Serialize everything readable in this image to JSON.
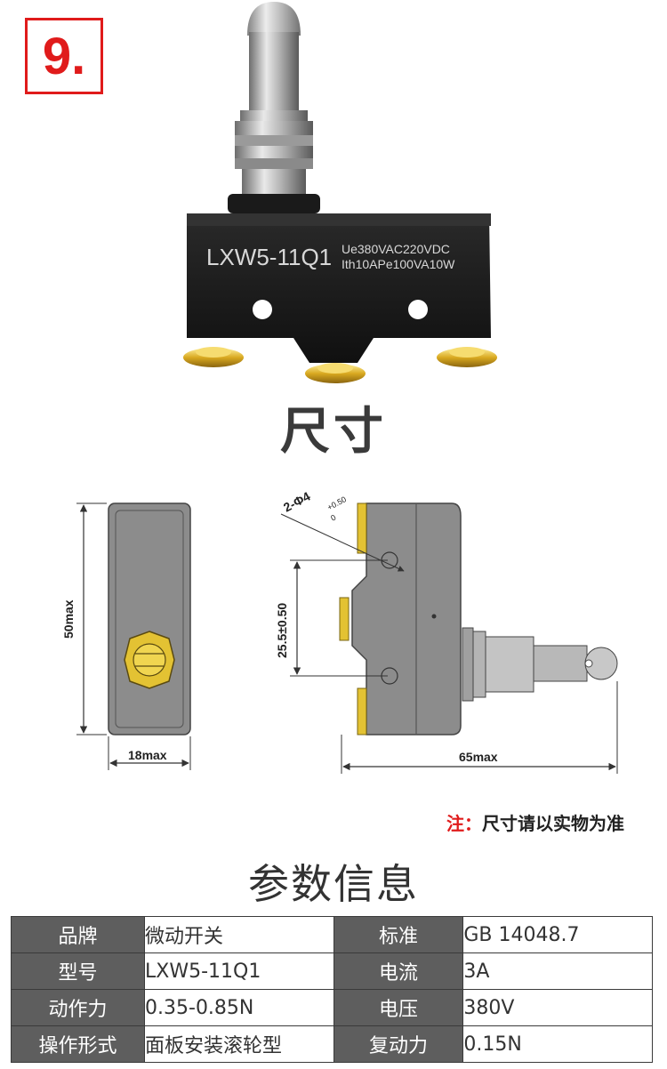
{
  "badge": "9.",
  "product": {
    "model_label": "LXW5-11Q1",
    "rating_line1": "Ue380VAC220VDC",
    "rating_line2": "Ith10APe100VA10W"
  },
  "size_title": "尺寸",
  "drawing": {
    "height_label": "50max",
    "width_label": "18max",
    "length_label": "65max",
    "hole_spacing_label": "25.5±0.50",
    "hole_label": "2-Φ4",
    "hole_tol_upper": "+0.50",
    "hole_tol_lower": "0"
  },
  "note": {
    "label": "注：",
    "text": "尺寸请以实物为准"
  },
  "params_title": "参数信息",
  "params": [
    {
      "k1": "品牌",
      "v1": "微动开关",
      "k2": "标准",
      "v2": "GB 14048.7"
    },
    {
      "k1": "型号",
      "v1": "LXW5-11Q1",
      "k2": "电流",
      "v2": "3A"
    },
    {
      "k1": "动作力",
      "v1": "0.35-0.85N",
      "k2": "电压",
      "v2": "380V"
    },
    {
      "k1": "操作形式",
      "v1": "面板安装滚轮型",
      "k2": "复动力",
      "v2": "0.15N"
    }
  ],
  "colors": {
    "accent_red": "#e01b1b",
    "table_header": "#5e5e5e",
    "switch_body": "#1c1c1c",
    "drawing_body": "#8c8c8c",
    "terminal_gold": "#e3c233"
  }
}
